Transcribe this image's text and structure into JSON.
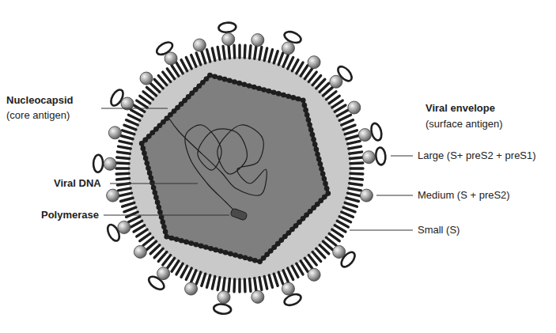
{
  "diagram": {
    "labels": [
      "Nucleocapsid",
      "(core antigen)",
      "Viral envelope",
      "(surface antigen)",
      "Large (S+ preS2 + preS1)",
      "Viral DNA",
      "Medium (S + preS2)",
      "Polymerase",
      "Small (S)"
    ]
  }
}
